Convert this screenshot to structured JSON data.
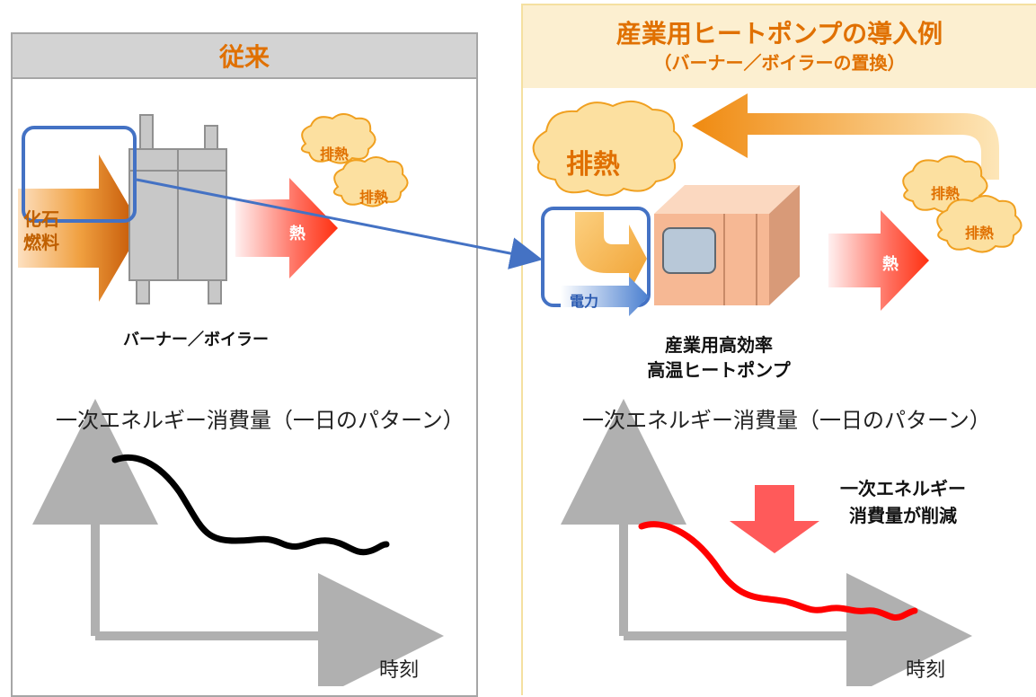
{
  "left": {
    "title": "従来",
    "fuel_label_1": "化石",
    "fuel_label_2": "燃料",
    "exhaust_1": "排熱",
    "exhaust_2": "排熱",
    "heat": "熱",
    "device_label": "バーナー／ボイラー",
    "chart_caption": "一次エネルギー消費量（一日のパターン）",
    "x_axis": "時刻"
  },
  "right": {
    "title": "産業用ヒートポンプの導入例",
    "subtitle": "（バーナー／ボイラーの置換）",
    "exhaust_main": "排熱",
    "exhaust_1": "排熱",
    "exhaust_2": "排熱",
    "heat": "熱",
    "power": "電力",
    "device_label_1": "産業用高効率",
    "device_label_2": "高温ヒートポンプ",
    "chart_caption": "一次エネルギー消費量（一日のパターン）",
    "reduction_1": "一次エネルギー",
    "reduction_2": "消費量が削減",
    "x_axis": "時刻"
  },
  "colors": {
    "accent": "#e07000",
    "conventional_curve": "#000000",
    "heatpump_curve": "#ff0000",
    "callout": "#4472c4"
  }
}
